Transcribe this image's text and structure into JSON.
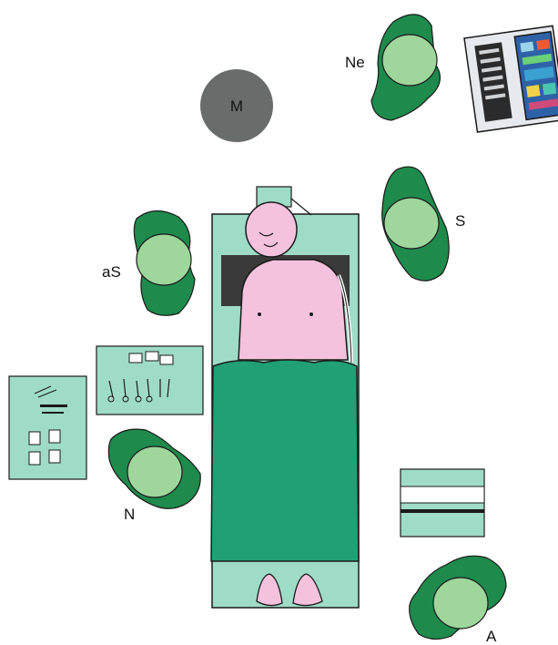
{
  "labels": {
    "monitor": "M",
    "neuro": "Ne",
    "surgeon": "S",
    "assistant_surgeon": "aS",
    "nurse": "N",
    "anesthetist": "A"
  },
  "colors": {
    "background": "#ffffff",
    "person_body": "#1e8a4c",
    "person_head": "#9ed69c",
    "table_light": "#9fdcc7",
    "drape": "#20a074",
    "patient_skin": "#f5c2de",
    "headrest_dark": "#3a3a3a",
    "monitor_disc": "#686d6b",
    "outline": "#1a1a1a"
  },
  "icons": [
    "person-icon",
    "monitor-disc-icon",
    "computer-monitor-icon",
    "instrument-tray-icon",
    "supply-tray-icon",
    "equipment-cart-icon",
    "operating-table-icon",
    "patient-icon"
  ]
}
